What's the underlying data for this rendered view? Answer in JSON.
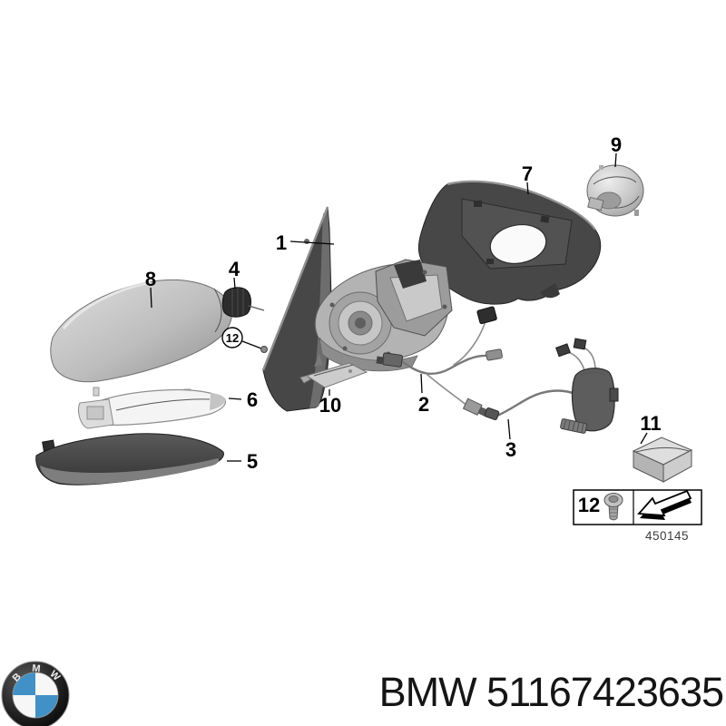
{
  "diagram": {
    "callouts": [
      {
        "label": "1"
      },
      {
        "label": "2"
      },
      {
        "label": "3"
      },
      {
        "label": "4"
      },
      {
        "label": "5"
      },
      {
        "label": "6"
      },
      {
        "label": "7"
      },
      {
        "label": "8"
      },
      {
        "label": "9"
      },
      {
        "label": "10"
      },
      {
        "label": "11"
      },
      {
        "label": "12",
        "circled": true
      }
    ],
    "legend": {
      "item_label": "12",
      "screw_icon": "screw-icon",
      "arrow_icon": "install-direction-arrow-icon",
      "diagram_code": "450145"
    }
  },
  "footer": {
    "part_number_text": "BMW 51167423635",
    "logo": {
      "name": "bmw-roundel-logo",
      "letters": [
        "B",
        "M",
        "W"
      ],
      "blue": "#4191c6"
    }
  },
  "colors": {
    "background": "#ffffff",
    "line": "#000000",
    "part_dark_gray": "#454545",
    "part_silver": "#c7c7c7",
    "bmw_blue": "#4191c6"
  }
}
